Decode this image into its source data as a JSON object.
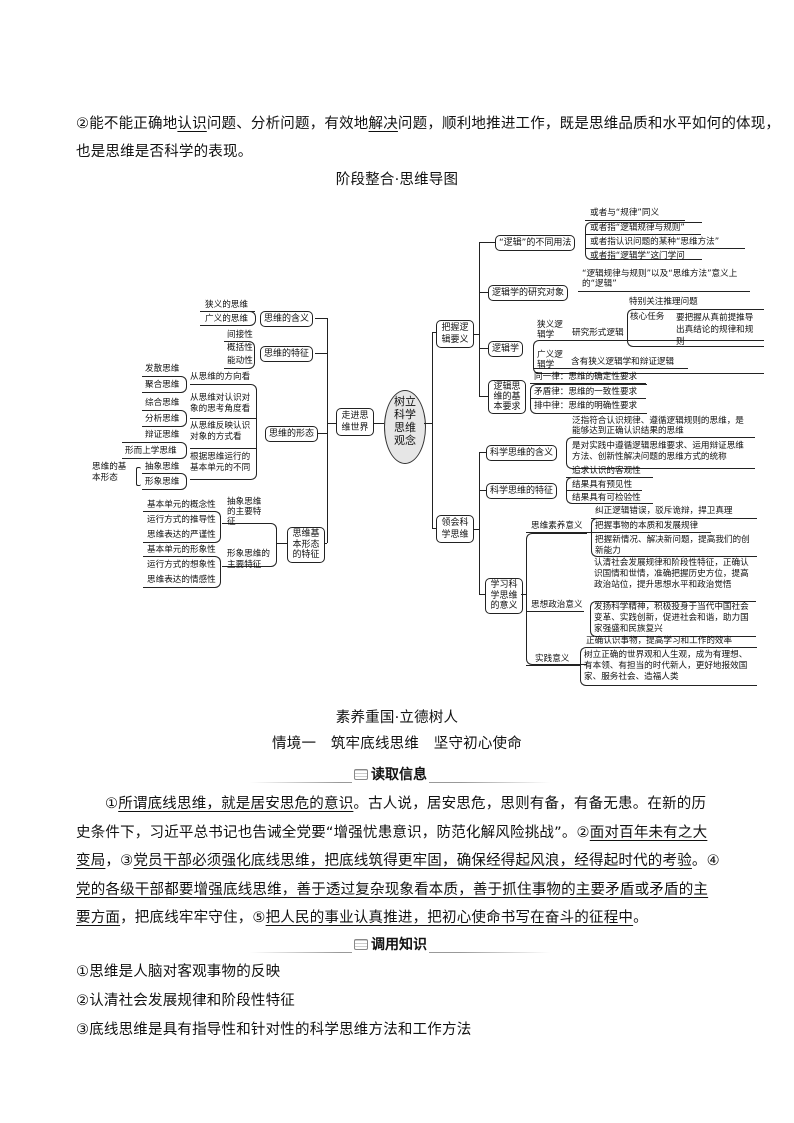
{
  "intro_paragraph": {
    "line1_a": "②能不能正确地",
    "line1_u1": "认识",
    "line1_b": "问题、分析问题，有效地",
    "line1_u2": "解决",
    "line1_c": "问题，顺利地推进工作，既是思维品质和水平如何的体现，",
    "line2": "也是思维是否科学的表现。"
  },
  "mindmap_title": "阶段整合·思维导图",
  "mindmap": {
    "center": "树立科学思维观念",
    "left": {
      "branch": "走进思维世界",
      "meaning": {
        "label": "思维的含义",
        "items": [
          "狭义的思维",
          "广义的思维"
        ]
      },
      "features": {
        "label": "思维的特征",
        "items": [
          "间接性",
          "概括性",
          "能动性"
        ]
      },
      "forms": {
        "label": "思维的形态",
        "groups": [
          {
            "label": "从思维的方向看",
            "items": [
              "发散思维",
              "聚合思维"
            ]
          },
          {
            "label": "从思维对认识对象的思考角度看",
            "items": [
              "综合思维",
              "分析思维"
            ]
          },
          {
            "label": "从思维反映认识对象的方式看",
            "items": [
              "辩证思维",
              "形而上学思维"
            ]
          },
          {
            "label": "根据思维运行的基本单元的不同",
            "items": [
              "抽象思维",
              "形象思维"
            ]
          }
        ],
        "basic_forms_note": "思维的基本形态"
      },
      "basic_features": {
        "label": "思维基本形态的特征",
        "groups": [
          {
            "label": "抽象思维的主要特征",
            "items": [
              "基本单元的概念性",
              "运行方式的推导性",
              "思维表达的严谨性"
            ]
          },
          {
            "label": "形象思维的主要特征",
            "items": [
              "基本单元的形象性",
              "运行方式的想象性",
              "思维表达的情感性"
            ]
          }
        ]
      }
    },
    "right_top": {
      "branch": "把握逻辑要义",
      "usages": {
        "label": "“逻辑”的不同用法",
        "items": [
          "或者与“规律”同义",
          "或者指“逻辑规律与规则”",
          "或者指认识问题的某种“思维方法”",
          "或者指“逻辑学”这门学问"
        ]
      },
      "object": {
        "label": "逻辑学的研究对象",
        "text": "“逻辑规律与规则”以及“思维方法”意义上的“逻辑”"
      },
      "logic": {
        "label": "逻辑学",
        "narrow": {
          "label": "狭义逻辑学",
          "text": "研究形式逻辑",
          "focus": "特别关注推理问题",
          "core_label": "核心任务",
          "core_text": "要把握从真前提推导出真结论的规律和规则"
        },
        "broad": {
          "label": "广义逻辑学",
          "text": "含有狭义逻辑学和辩证逻辑"
        }
      },
      "requirements": {
        "label": "逻辑思维的基本要求",
        "items": [
          "同一律：思维的确定性要求",
          "矛盾律：思维的一致性要求",
          "排中律：思维的明确性要求"
        ]
      }
    },
    "right_bottom": {
      "branch": "领会科学思维",
      "meaning": {
        "label": "科学思维的含义",
        "items": [
          "泛指符合认识规律、遵循逻辑规则的思维，是能够达到正确认识结果的思维",
          "是对实践中遵循逻辑思维要求、运用辩证思维方法、创新性解决问题的思维方式的统称"
        ]
      },
      "features": {
        "label": "科学思维的特征",
        "items": [
          "追求认识的客观性",
          "结果具有预见性",
          "结果具有可检验性"
        ]
      },
      "significance": {
        "label": "学习科学思维的意义",
        "groups": [
          {
            "label": "思维素养意义",
            "items": [
              "纠正逻辑错误，驳斥诡辩，捍卫真理",
              "把握事物的本质和发展规律",
              "把握新情况、解决新问题，提高我们的创新能力"
            ]
          },
          {
            "label": "思想政治意义",
            "items": [
              "认清社会发展规律和阶段性特征，正确认识国情和世情，准确把握历史方位，提高政治站位，提升思想水平和政治觉悟",
              "发扬科学精神，积极投身于当代中国社会变革、实践创新，促进社会和谐，助力国家强盛和民族复兴"
            ]
          },
          {
            "label": "实践意义",
            "items": [
              "正确认识事物，提高学习和工作的效率",
              "树立正确的世界观和人生观，成为有理想、有本领、有担当的时代新人，更好地报效国家、服务社会、造福人类"
            ]
          }
        ]
      }
    }
  },
  "section_title": "素养重国·立德树人",
  "scenario_title": "情境一　筑牢底线思维　坚守初心使命",
  "read_info": {
    "heading": "读取信息",
    "s1": "①",
    "s1u": "所谓底线思维，就是居安思危的意识",
    "s2": "。古人说，居安思危，思则有备，有备无患。在新的历史条件下，习近平总书记也告诫全党要“增强忧患意识，防范化解风险挑战”。②",
    "s2u": "面对百年未有之大变局",
    "s3": "，③",
    "s3u": "党员干部必须强化底线思维，把底线筑得更牢固，确保经得起风浪，经得起时代的考验",
    "s4": "。④",
    "s4u": "党的各级干部都要增强底线思维，善于透过复杂现象看本质，善于抓住事物的主要矛盾或矛盾的主要方面",
    "s5": "，把底线牢牢守住，⑤",
    "s5u": "把人民的事业认真推进，把初心使命书写在奋斗的征程中",
    "s6": "。"
  },
  "apply_knowledge": {
    "heading": "调用知识",
    "items": [
      "①思维是人脑对客观事物的反映",
      "②认清社会发展规律和阶段性特征",
      "③底线思维是具有指导性和针对性的科学思维方法和工作方法"
    ]
  }
}
